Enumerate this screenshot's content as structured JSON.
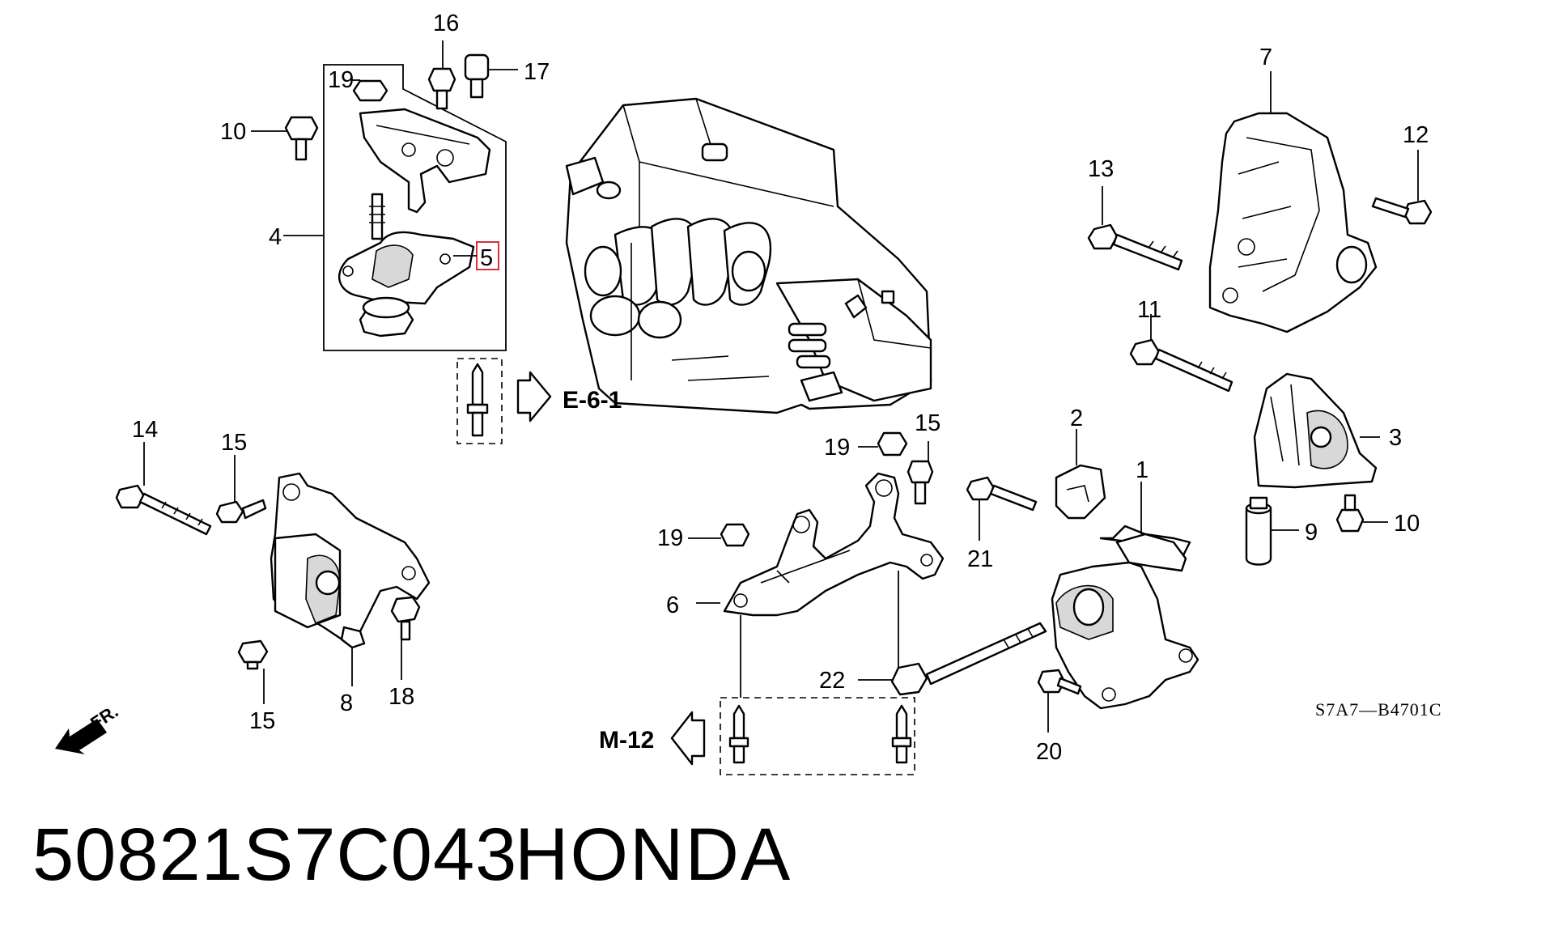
{
  "callouts": {
    "c1": "1",
    "c2": "2",
    "c3": "3",
    "c4": "4",
    "c5": "5",
    "c6": "6",
    "c7": "7",
    "c8": "8",
    "c9": "9",
    "c10a": "10",
    "c10b": "10",
    "c11": "11",
    "c12": "12",
    "c13": "13",
    "c14": "14",
    "c15a": "15",
    "c15b": "15",
    "c15c": "15",
    "c16": "16",
    "c17": "17",
    "c18": "18",
    "c19a": "19",
    "c19b": "19",
    "c19c": "19",
    "c20": "20",
    "c21": "21",
    "c22": "22"
  },
  "refs": {
    "e61": "E-6-1",
    "m12": "M-12"
  },
  "front_marker": "FR.",
  "diagram_code": "S7A7—B4701C",
  "footer": {
    "part_number": "50821S7C043",
    "brand": "HONDA"
  },
  "highlight_color": "#d9303a"
}
